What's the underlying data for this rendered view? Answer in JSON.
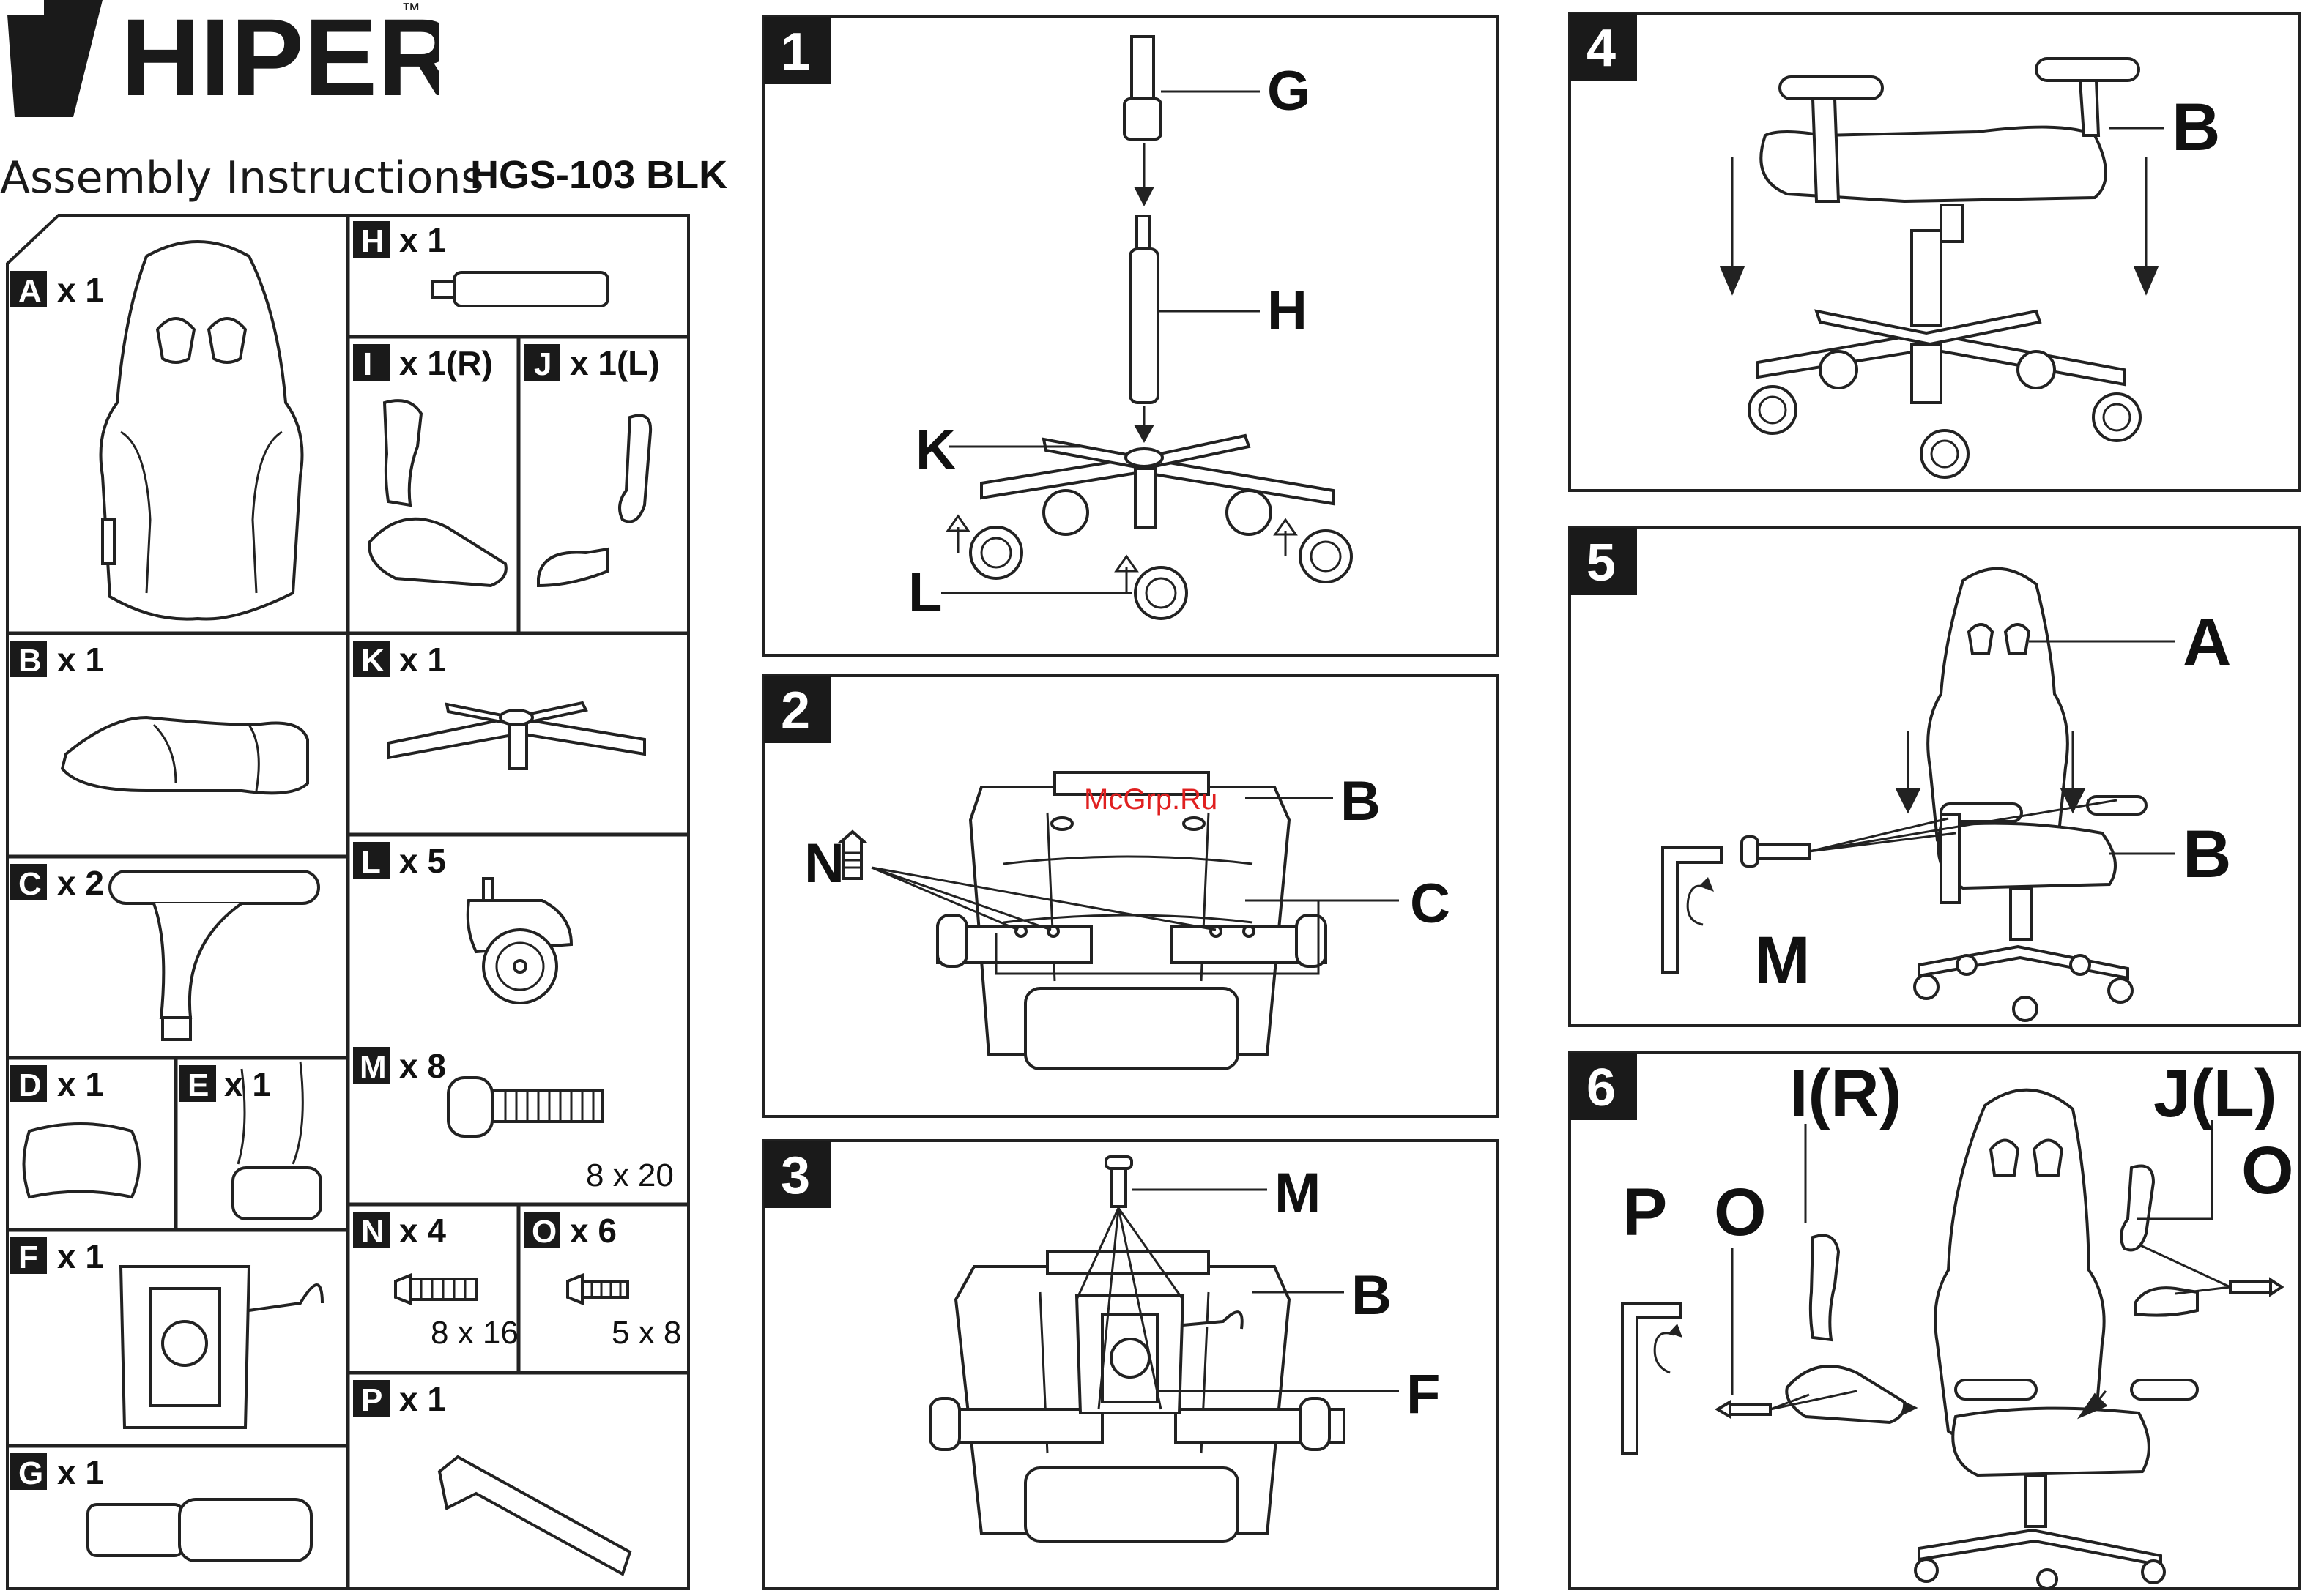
{
  "header": {
    "brand": "HIPER",
    "trademark": "™",
    "subtitle": "Assembly Instructions",
    "model": "HGS-103 BLK"
  },
  "parts": [
    {
      "letter": "A",
      "count": "x 1"
    },
    {
      "letter": "B",
      "count": "x 1"
    },
    {
      "letter": "C",
      "count": "x 2"
    },
    {
      "letter": "D",
      "count": "x 1"
    },
    {
      "letter": "E",
      "count": "x 1"
    },
    {
      "letter": "F",
      "count": "x 1"
    },
    {
      "letter": "G",
      "count": "x 1"
    },
    {
      "letter": "H",
      "count": "x 1"
    },
    {
      "letter": "I",
      "count": "x 1(R)"
    },
    {
      "letter": "J",
      "count": "x 1(L)"
    },
    {
      "letter": "K",
      "count": "x 1"
    },
    {
      "letter": "L",
      "count": "x 5"
    },
    {
      "letter": "M",
      "count": "x 8",
      "size": "8 x 20"
    },
    {
      "letter": "N",
      "count": "x 4",
      "size": "8 x 16"
    },
    {
      "letter": "O",
      "count": "x 6",
      "size": "5 x 8"
    },
    {
      "letter": "P",
      "count": "x 1"
    }
  ],
  "steps": [
    {
      "number": "1",
      "labels": [
        "G",
        "H",
        "K",
        "L"
      ]
    },
    {
      "number": "2",
      "labels": [
        "N",
        "B",
        "C"
      ]
    },
    {
      "number": "3",
      "labels": [
        "M",
        "B",
        "F"
      ]
    },
    {
      "number": "4",
      "labels": [
        "B"
      ]
    },
    {
      "number": "5",
      "labels": [
        "A",
        "B",
        "M"
      ]
    },
    {
      "number": "6",
      "labels": [
        "P",
        "O",
        "I(R)",
        "J(L)",
        "O"
      ]
    }
  ],
  "watermark": "McGrp.Ru",
  "colors": {
    "ink": "#1a1a1a",
    "watermark": "#e02020",
    "paper": "#ffffff"
  }
}
